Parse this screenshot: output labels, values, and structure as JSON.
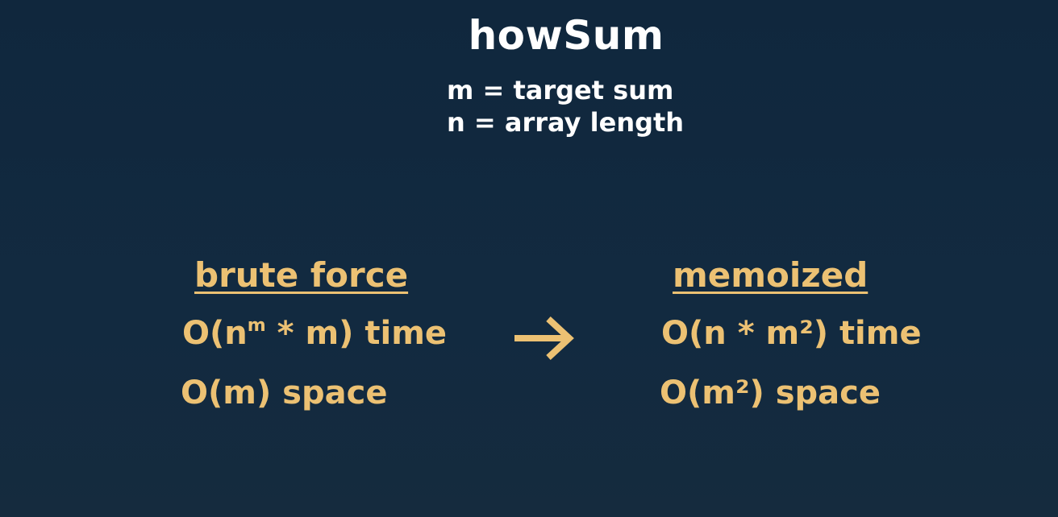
{
  "title": "howSum",
  "definitions": [
    "m = target sum",
    "n = array length"
  ],
  "brute_force": {
    "heading": "brute force",
    "time": {
      "prefix": "O(n",
      "superscript": "m",
      "suffix": " * m) time"
    },
    "space": "O(m) space"
  },
  "memoized": {
    "heading": "memoized",
    "time": "O(n * m²) time",
    "space": "O(m²) space"
  },
  "colors": {
    "background": "#112a40",
    "text_white": "#ffffff",
    "accent_gold": "#ecc173"
  },
  "icons": {
    "arrow": "arrow-right-icon"
  }
}
